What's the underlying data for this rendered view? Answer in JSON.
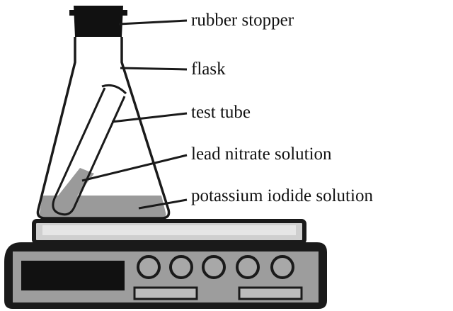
{
  "labels": {
    "rubber_stopper": "rubber stopper",
    "flask": "flask",
    "test_tube": "test tube",
    "lead_nitrate": "lead nitrate solution",
    "potassium_iodide": "potassium iodide solution"
  },
  "colors": {
    "stopper": "#111111",
    "outline": "#1a1a1a",
    "solution": "#9a9a9a",
    "hot_plate_top": "#cfcfcf",
    "panel": "#9d9d9d",
    "knob": "#a8a8a8",
    "display": "#111111",
    "background": "#ffffff"
  }
}
